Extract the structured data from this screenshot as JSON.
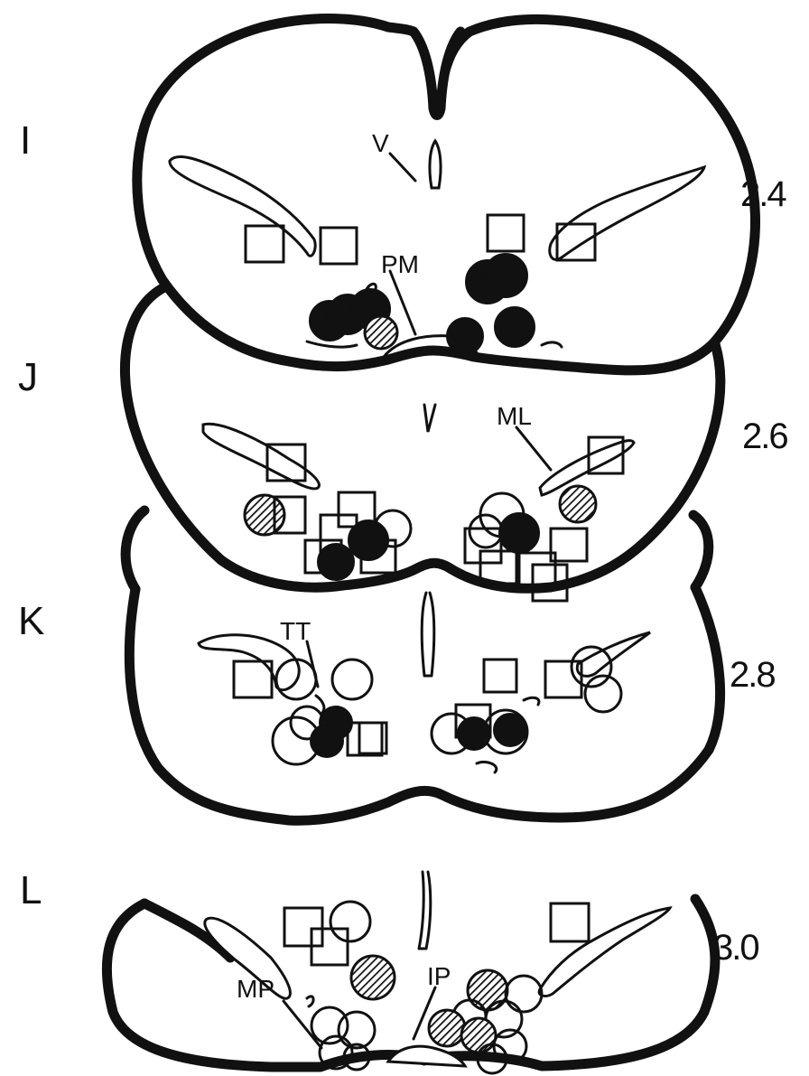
{
  "sections": [
    {
      "letter": "I",
      "level": "2.4"
    },
    {
      "letter": "J",
      "level": "2.6"
    },
    {
      "letter": "K",
      "level": "2.8"
    },
    {
      "letter": "L",
      "level": "3.0"
    }
  ],
  "structures": {
    "v": "V",
    "pm": "PM",
    "ml": "ML",
    "tt": "TT",
    "ip": "IP",
    "mp": "MP"
  }
}
